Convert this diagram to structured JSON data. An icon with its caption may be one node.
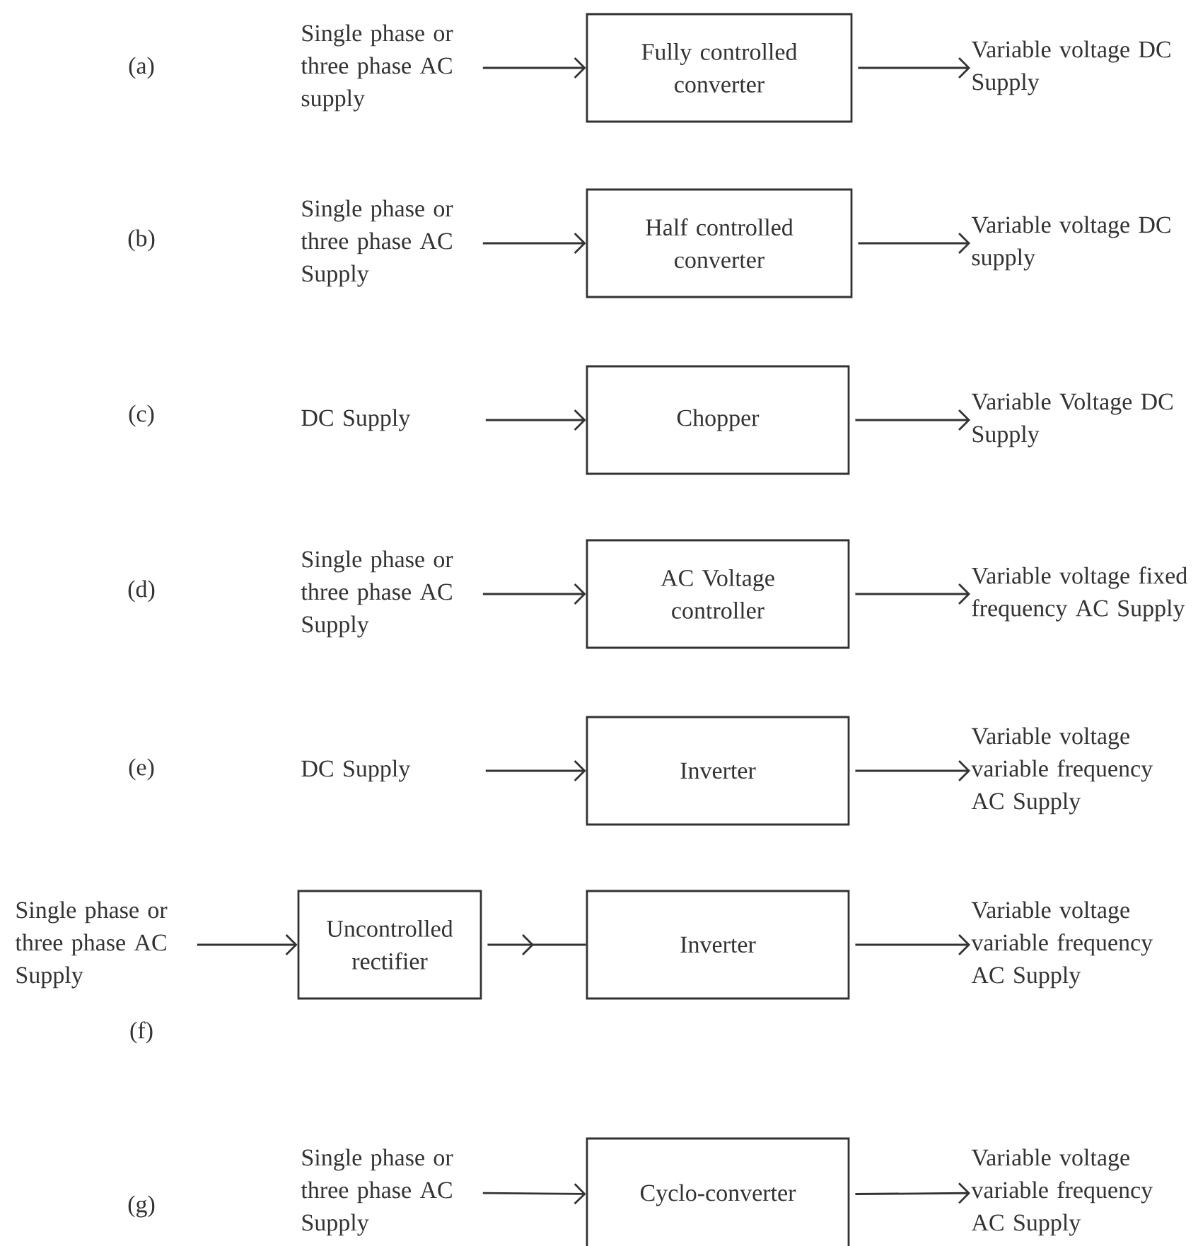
{
  "diagram": {
    "nodes": [
      {
        "text": [
          "Single phase or three phase AC supply"
        ]
      },
      {
        "text": [
          "Fully controlled converter"
        ]
      },
      {
        "text": [
          "Variable voltage DC Supply"
        ]
      },
      {
        "text": [
          "Single phase or three phase AC Supply"
        ]
      },
      {
        "text": [
          "Half controlled converter"
        ]
      },
      {
        "text": [
          "Variable voltage DC supply"
        ]
      },
      {
        "text": [
          "DC Supply"
        ]
      },
      {
        "text": [
          "Chopper"
        ]
      },
      {
        "text": [
          "Variable Voltage DC Supply"
        ]
      },
      {
        "text": [
          "Single phase or three phase AC Supply"
        ]
      },
      {
        "text": [
          "AC Voltage controller"
        ]
      },
      {
        "text": [
          "Variable voltage fixed frequency AC Supply"
        ]
      },
      {
        "text": [
          "DC Supply"
        ]
      },
      {
        "text": [
          "Inverter"
        ]
      },
      {
        "text": [
          "Variable voltage variable frequency AC Supply"
        ]
      },
      {
        "text": [
          "Single phase or three phase AC Supply"
        ]
      },
      {
        "text": [
          "Uncontrolled rectifier"
        ]
      },
      {
        "text": [
          "Inverter"
        ]
      },
      {
        "text": [
          "Variable voltage variable frequency AC Supply"
        ]
      },
      {
        "text": [
          "Single phase or three phase AC Supply"
        ]
      },
      {
        "text": [
          "Cyclo-converter"
        ]
      },
      {
        "text": [
          "Variable voltage variable frequency AC Supply"
        ]
      }
    ],
    "edges": [
      {
        "from": 0,
        "to": 1,
        "arrow": "to"
      },
      {
        "from": 1,
        "to": 2,
        "arrow": "to"
      },
      {
        "from": 3,
        "to": 4,
        "arrow": "to"
      },
      {
        "from": 4,
        "to": 5,
        "arrow": "to"
      },
      {
        "from": 6,
        "to": 7,
        "arrow": "to"
      },
      {
        "from": 7,
        "to": 8,
        "arrow": "to"
      },
      {
        "from": 9,
        "to": 10,
        "arrow": "to"
      },
      {
        "from": 10,
        "to": 11,
        "arrow": "to"
      },
      {
        "from": 12,
        "to": 13,
        "arrow": "to"
      },
      {
        "from": 13,
        "to": 14,
        "arrow": "to"
      },
      {
        "from": 15,
        "to": 16,
        "arrow": "to"
      },
      {
        "from": 16,
        "to": 17,
        "arrow": "to"
      },
      {
        "from": 17,
        "to": 18,
        "arrow": "to"
      },
      {
        "from": 19,
        "to": 20,
        "arrow": "to"
      },
      {
        "from": 20,
        "to": 21,
        "arrow": "to"
      }
    ],
    "labels": [
      "(a)",
      "(b)",
      "(c)",
      "(d)",
      "(e)",
      "(f)",
      "(g)"
    ]
  }
}
